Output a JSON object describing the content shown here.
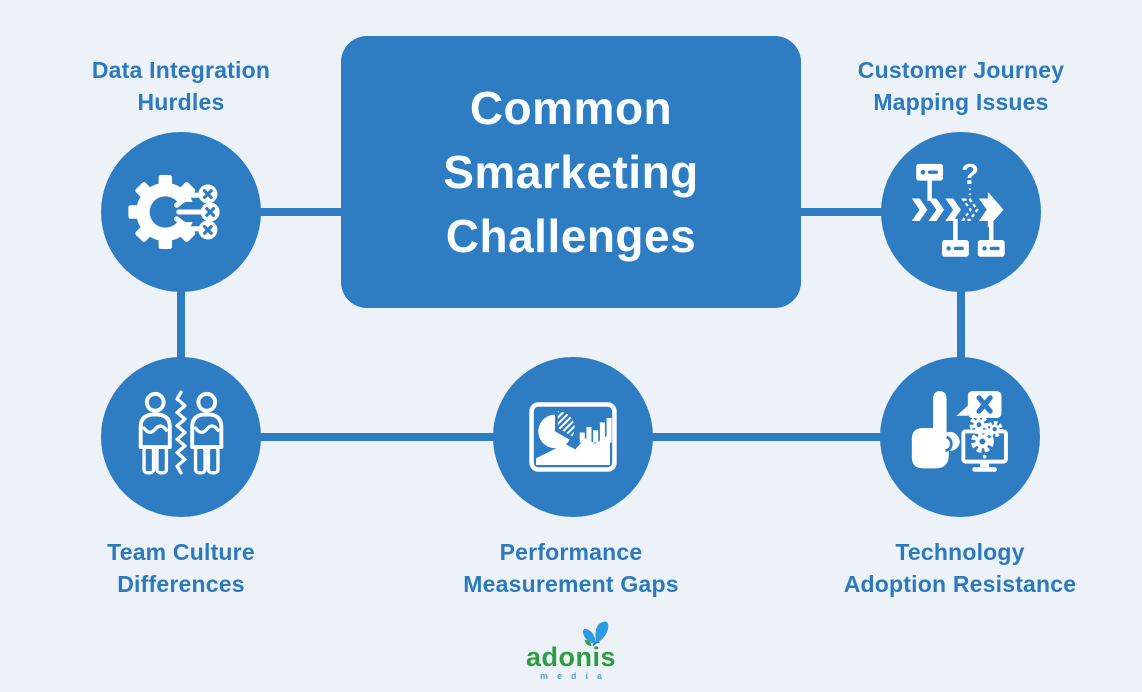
{
  "colors": {
    "background": "#edf2f9",
    "primary": "#2e7dc2",
    "label_text": "#2b7abe",
    "title_text": "#fafdff",
    "logo_green": "#2f9c45",
    "logo_media_blue": "#5ba6cf",
    "butterfly_blue": "#2e9be0"
  },
  "title": {
    "text": "Common\nSmarketing\nChallenges"
  },
  "nodes": [
    {
      "id": "data-integration-hurdles",
      "label": "Data Integration\nHurdles",
      "icon": "gear-broken-connections-icon",
      "position": "top-left"
    },
    {
      "id": "customer-journey-mapping-issues",
      "label": "Customer Journey\nMapping Issues",
      "icon": "journey-map-icon",
      "position": "top-right"
    },
    {
      "id": "team-culture-differences",
      "label": "Team Culture\nDifferences",
      "icon": "divided-team-icon",
      "position": "bottom-left"
    },
    {
      "id": "performance-measurement-gaps",
      "label": "Performance\nMeasurement Gaps",
      "icon": "analytics-dashboard-icon",
      "position": "bottom-center"
    },
    {
      "id": "technology-adoption-resistance",
      "label": "Technology\nAdoption Resistance",
      "icon": "stop-hand-technology-icon",
      "position": "bottom-right"
    }
  ],
  "icons": {
    "question_mark_glyph": "?"
  },
  "logo": {
    "name": "adonis",
    "subtext": "media"
  }
}
